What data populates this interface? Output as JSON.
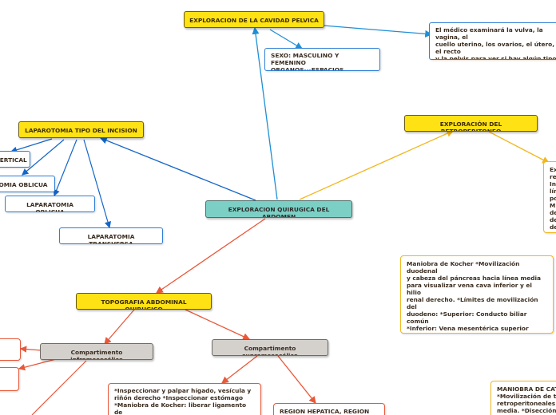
{
  "colors": {
    "blue_link": "#1f8fd6",
    "dark_blue_link": "#1466c9",
    "orange_link": "#e8583a",
    "gold_link": "#f2b71f",
    "yellow_topic": "#ffe213",
    "teal_root": "#7ccfc4",
    "grey_topic": "#d4d0cc"
  },
  "nodes": {
    "root": "EXPLORACION QUIRUGICA DEL ABDOMEN",
    "cavidad_pelvica": "EXPLORACION DE LA CAVIDAD PELVICA",
    "sexo": "SEXO: MASCULINO Y FEMENINO\nORGANOS---ESPACIOS",
    "medico": "El médico examinará la vulva, la vagina, el\ncuello uterino, los ovarios, el útero, el recto\ny la pelvis para ver si hay algún tipo de\nanomalía.",
    "laparotomia": "LAPAROTOMIA TIPO DEL INCISION",
    "vertical": "VERTICAL",
    "oblicua_partial": "TOMIA OBLICUA",
    "laparatomia_oblicua": "LAPARATOMIA OBLICUA",
    "laparatomia_transversa": "LAPARATOMIA TRANSVERSA",
    "retroperitoneo": "EXPLORACIÓN DEL RETROPERITONEO",
    "retro_note": "Ex\nre\nIn\nlín\npo\nM\nde\nde\nde",
    "kocher_note": "Maniobra de Kocher *Movilización duodenal\ny cabeza del páncreas hacia línea media\npara visualizar vena cava inferior y el hilio\nrenal derecho. *Límites de movilización del\nduodeno: *Superior: Conducto biliar común\n*Inferior: Vena mesentérica superior\nManiobras de movilizacion derivadas de\nextraccion multivisceral para tecnicas en\nExcéresis de grandes masas\nretroperitoneales",
    "topografia": "TOPOGRAFIA ABDOMINAL QUIRUGICO",
    "inframesocolico": "Compartimento inframesocólico",
    "supramesocolico": "Compartimento supramesocólico",
    "inspeccionar": "*Inspeccionar y palpar hígado, vesícula y\nriñón derecho *Inspeccionar estómago\n*Maniobra de Kocher: liberar ligamento de\nTreitz para inspeccionar duodeno completo",
    "region_hepatica": "REGION HEPATICA, REGION",
    "maniobra_cat": "MANIOBRA DE CAT\n*Movilización de to\nretroperitoneales d\nmedia. *Disección d\nascendente, desd"
  }
}
